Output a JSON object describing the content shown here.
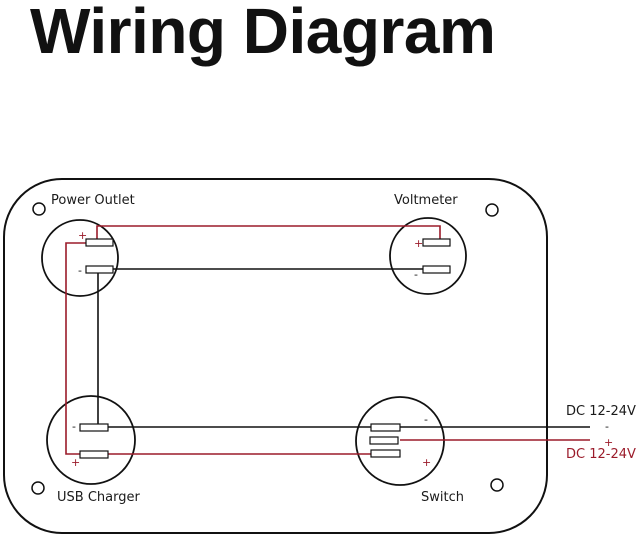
{
  "title": "Wiring Diagram",
  "colors": {
    "positive_wire": "#9b1b2a",
    "negative_wire": "#111111",
    "outline": "#111111"
  },
  "components": {
    "power_outlet": {
      "label": "Power Outlet",
      "plus": "+",
      "minus": "-"
    },
    "voltmeter": {
      "label": "Voltmeter",
      "plus": "+",
      "minus": "-"
    },
    "usb_charger": {
      "label": "USB Charger",
      "plus": "+",
      "minus": "-"
    },
    "switch": {
      "label": "Switch",
      "plus": "+",
      "minus": "-"
    }
  },
  "supply": {
    "negative_label": "DC 12-24V",
    "negative_sign": "-",
    "positive_label": "DC 12-24V",
    "positive_sign": "+"
  }
}
